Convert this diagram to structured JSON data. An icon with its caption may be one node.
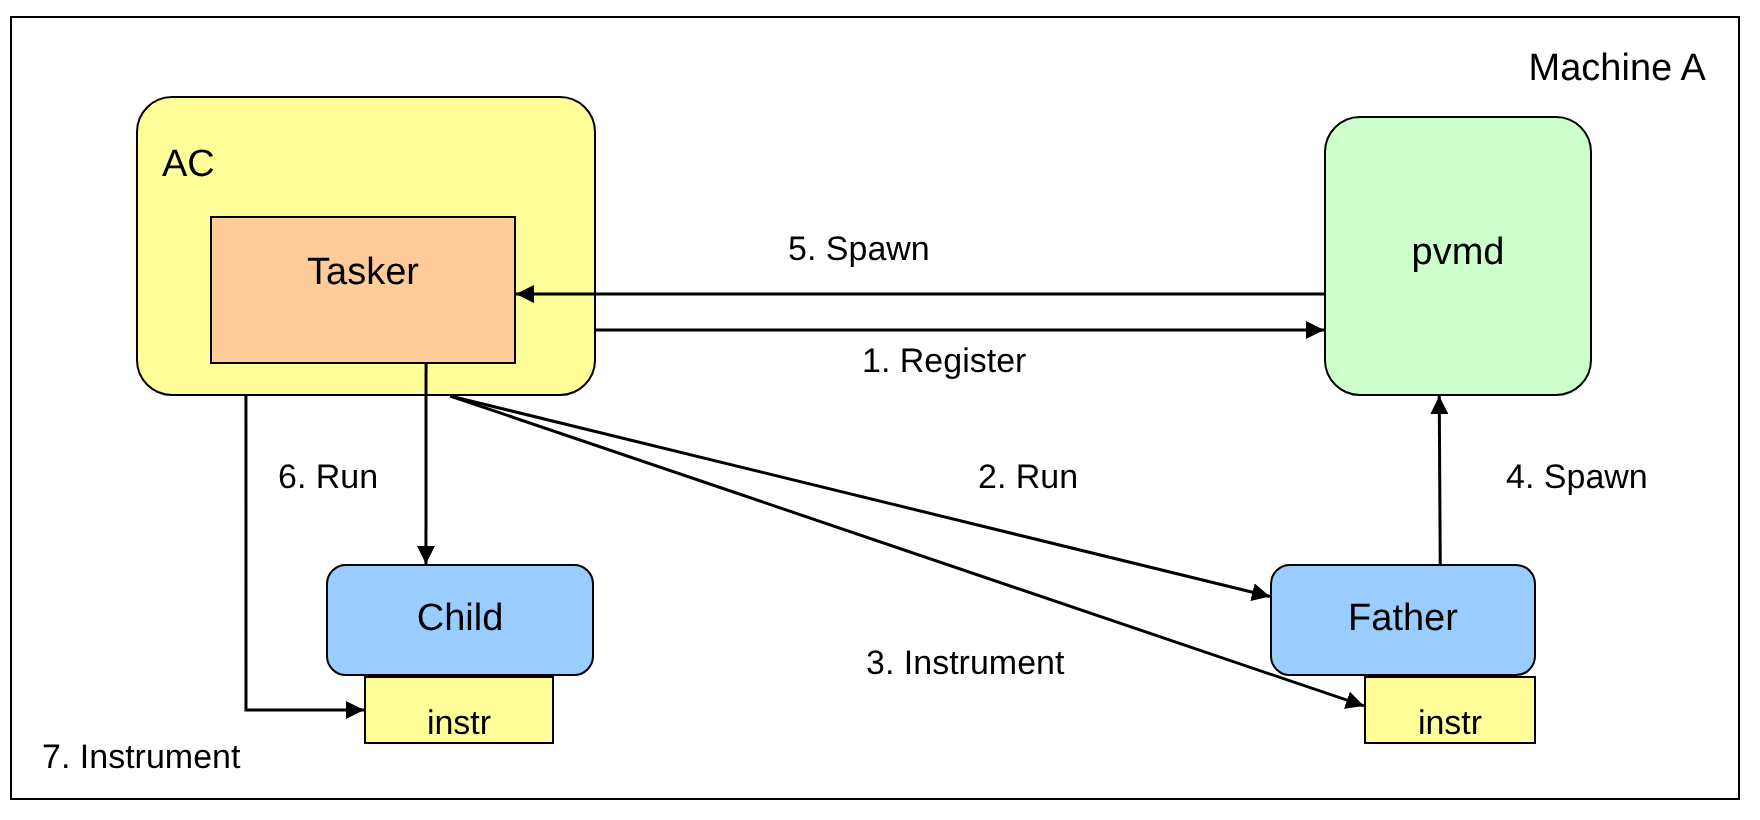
{
  "diagram": {
    "nodes": [
      {
        "text": [
          "Machine A"
        ]
      },
      {
        "text": [
          "AC"
        ],
        "in": 0
      },
      {
        "text": [
          "Tasker"
        ],
        "in": 1
      },
      {
        "text": [
          "pvmd"
        ],
        "in": 0
      },
      {
        "text": [
          "Child"
        ],
        "in": 0
      },
      {
        "text": [
          "instr"
        ],
        "in": 0
      },
      {
        "text": [
          "Father"
        ],
        "in": 0
      },
      {
        "text": [
          "instr"
        ],
        "in": 0
      }
    ],
    "edges": [
      {
        "from": 3,
        "to": 2,
        "arrow": "to",
        "label": "5. Spawn"
      },
      {
        "from": 1,
        "to": 3,
        "arrow": "to",
        "label": "1. Register"
      },
      {
        "from": 2,
        "to": 4,
        "arrow": "to",
        "label": "6. Run"
      },
      {
        "from": 1,
        "to": 6,
        "arrow": "to",
        "label": "2. Run"
      },
      {
        "from": 1,
        "to": 7,
        "arrow": "to",
        "label": "3. Instrument"
      },
      {
        "from": 6,
        "to": 3,
        "arrow": "to",
        "label": "4. Spawn"
      },
      {
        "from": 1,
        "to": 5,
        "arrow": "to",
        "label": "7. Instrument"
      }
    ]
  }
}
